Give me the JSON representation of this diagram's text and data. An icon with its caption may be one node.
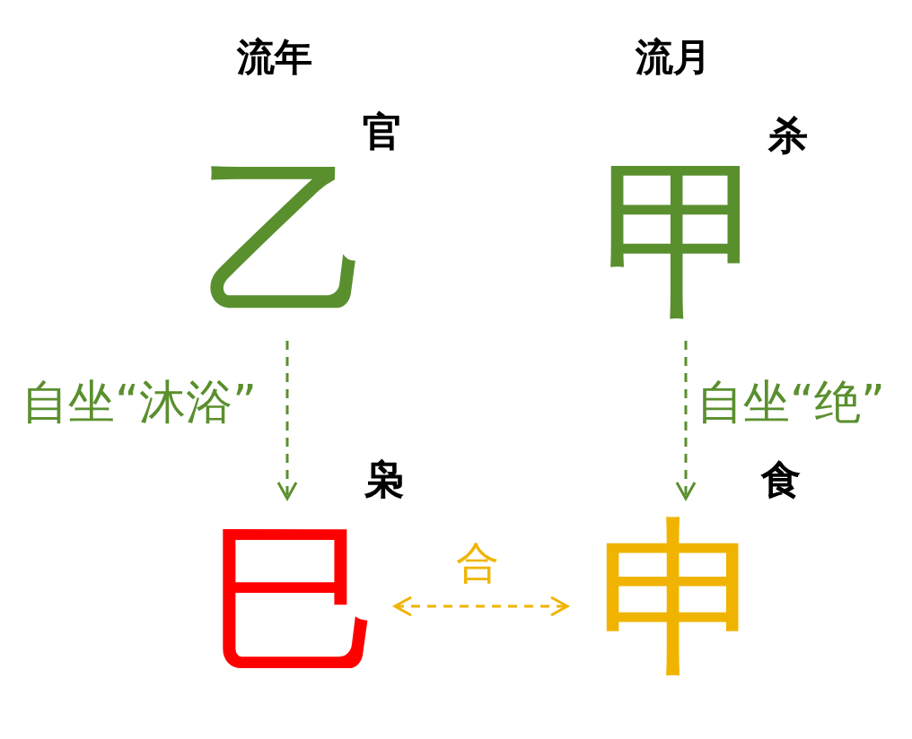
{
  "diagram": {
    "nodes": [
      {
        "text": [
          "乙"
        ],
        "beside": [
          "官"
        ]
      },
      {
        "text": [
          "甲"
        ],
        "beside": [
          "杀"
        ]
      },
      {
        "text": [
          "巳"
        ],
        "beside": [
          "枭"
        ]
      },
      {
        "text": [
          "申"
        ],
        "beside": [
          "食"
        ]
      }
    ],
    "edges": [
      {
        "from": 0,
        "to": 2,
        "arrow": "to",
        "label": "自坐“沐浴”",
        "style": "dashed"
      },
      {
        "from": 1,
        "to": 3,
        "arrow": "to",
        "label": "自坐“绝”",
        "style": "dashed"
      },
      {
        "from": 2,
        "to": 3,
        "arrow": "both",
        "label": "合",
        "style": "dashed",
        "color": "#f0b400"
      }
    ],
    "labels": [
      "流年",
      "流月"
    ]
  }
}
